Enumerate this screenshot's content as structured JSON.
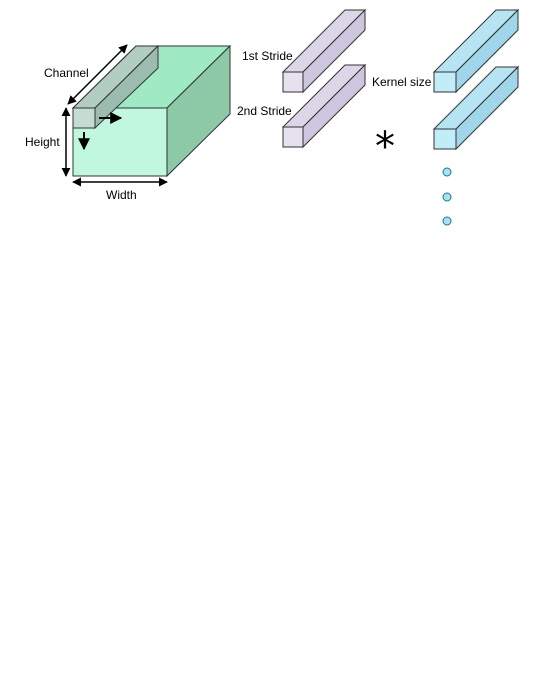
{
  "labels": {
    "channel": "Channel",
    "height": "Height",
    "width": "Width",
    "first_stride": "1st Stride",
    "second_stride": "2nd Stride",
    "kernel_size": "Kernel size",
    "operator": "*"
  },
  "colors": {
    "volume_front": "#bff7df",
    "volume_top": "#9fe9c5",
    "volume_side": "#8ec9a7",
    "column_front": "#c3ddd3",
    "column_top": "#b2cdc2",
    "column_side": "#9bbcaf",
    "stride_front": "#e6e1ef",
    "stride_top": "#dcd6e8",
    "stride_side": "#cec6df",
    "kernel_front": "#c2ecf8",
    "kernel_top": "#b6e4f3",
    "kernel_side": "#9fd6ea",
    "dot_fill": "#9ee6f4",
    "outline": "#333333"
  },
  "icons": [
    "right-arrow-icon",
    "down-arrow-icon",
    "ellipsis-dots-icon"
  ]
}
